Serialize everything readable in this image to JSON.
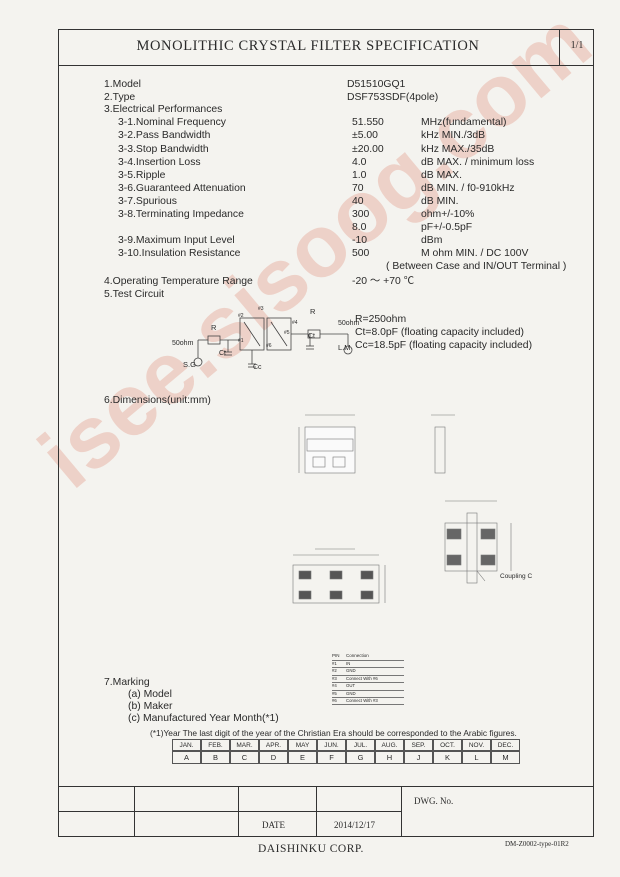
{
  "header": {
    "title": "MONOLITHIC CRYSTAL FILTER SPECIFICATION",
    "page": "1/1"
  },
  "items": {
    "model_label": "1.Model",
    "model_value": "D51510GQ1",
    "type_label": "2.Type",
    "type_value": "DSF753SDF(4pole)",
    "elec_label": "3.Electrical Performances",
    "p1_label": "3-1.Nominal Frequency",
    "p1_val": "51.550",
    "p1_unit": "MHz(fundamental)",
    "p2_label": "3-2.Pass Bandwidth",
    "p2_val": "±5.00",
    "p2_unit": "kHz MIN./3dB",
    "p3_label": "3-3.Stop Bandwidth",
    "p3_val": "±20.00",
    "p3_unit": "kHz MAX./35dB",
    "p4_label": "3-4.Insertion Loss",
    "p4_val": "4.0",
    "p4_unit": "dB MAX. / minimum loss",
    "p5_label": "3-5.Ripple",
    "p5_val": "1.0",
    "p5_unit": "dB MAX.",
    "p6_label": "3-6.Guaranteed Attenuation",
    "p6_val": "70",
    "p6_unit": "dB MIN. / f0-910kHz",
    "p7_label": "3-7.Spurious",
    "p7_val": "40",
    "p7_unit": "dB MIN.",
    "p8_label": "3-8.Terminating Impedance",
    "p8_val": "300",
    "p8_unit": "ohm+/-10%",
    "p8b_val": "8.0",
    "p8b_unit": "pF+/-0.5pF",
    "p9_label": "3-9.Maximum Input Level",
    "p9_val": "-10",
    "p9_unit": "dBm",
    "p10_label": "3-10.Insulation Resistance",
    "p10_val": "500",
    "p10_unit": "M ohm MIN. / DC 100V",
    "p10_note": "( Between Case and IN/OUT Terminal )",
    "temp_label": "4.Operating Temperature Range",
    "temp_value": "-20 ～ +70 ℃",
    "test_label": "5.Test Circuit",
    "r_note": "R=250ohm",
    "ct_note": "Ct=8.0pF (floating capacity included)",
    "cc_note": "Cc=18.5pF (floating capacity included)",
    "dim_label": "6.Dimensions(unit:mm)",
    "marking_label": "7.Marking",
    "mark_a": "(a) Model",
    "mark_b": "(b) Maker",
    "mark_c": "(c) Manufactured Year Month(*1)",
    "year_note": "(*1)Year   The last digit of the year of the Christian Era should be corresponded to the Arabic figures."
  },
  "circuit": {
    "r_left": "R",
    "r_right": "R",
    "src_ohm": "50ohm",
    "load_ohm": "50ohm",
    "sg": "S.G",
    "lm": "L.M",
    "ct_left": "Ct",
    "ct_right": "Ct",
    "cc": "Cc",
    "pin1": "#1",
    "pin2": "#2",
    "pin3": "#3",
    "pin4": "#4",
    "pin5": "#5",
    "pin6": "#6"
  },
  "dims": {
    "coupling": "Coupling C"
  },
  "pins": {
    "header": [
      "PIN",
      "Connection"
    ],
    "rows": [
      [
        "#1",
        "IN"
      ],
      [
        "#2",
        "GND"
      ],
      [
        "#3",
        "Connect With #6"
      ],
      [
        "#4",
        "OUT"
      ],
      [
        "#5",
        "GND"
      ],
      [
        "#6",
        "Connect With #3"
      ]
    ]
  },
  "months": [
    "JAN.",
    "FEB.",
    "MAR.",
    "APR.",
    "MAY",
    "JUN.",
    "JUL.",
    "AUG.",
    "SEP.",
    "OCT.",
    "NOV.",
    "DEC."
  ],
  "codes": [
    "A",
    "B",
    "C",
    "D",
    "E",
    "F",
    "G",
    "H",
    "J",
    "K",
    "L",
    "M"
  ],
  "bottom": {
    "dwg": "DWG. No.",
    "date_label": "DATE",
    "date_value": "2014/12/17"
  },
  "footer": {
    "company": "DAISHINKU   CORP.",
    "doc_code": "DM-Z0002-type-01R2"
  }
}
